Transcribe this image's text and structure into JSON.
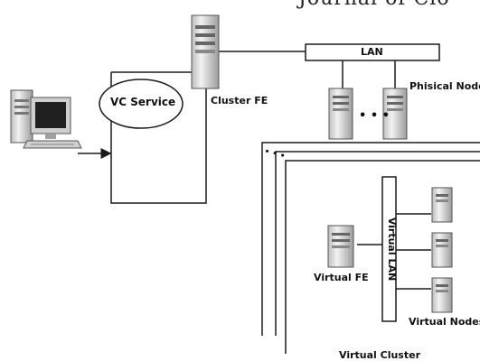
{
  "header_fragment": "Journal of Clo",
  "labels": {
    "vc_service": "VC Service",
    "cluster_fe": "Cluster FE",
    "lan": "LAN",
    "phisical_nodes": "Phisical Nodes",
    "dots": "• • •",
    "stack_dots": "• • •",
    "virtual_lan": "Virtual LAN",
    "virtual_fe": "Virtual FE",
    "virtual_nodes": "Virtual Nodes",
    "virtual_cluster": "Virtual Cluster"
  },
  "colors": {
    "line": "#1a1a1a",
    "server_body": "#e6e6e6",
    "server_shade": "#9a9a9a",
    "monitor_screen": "#202020"
  }
}
